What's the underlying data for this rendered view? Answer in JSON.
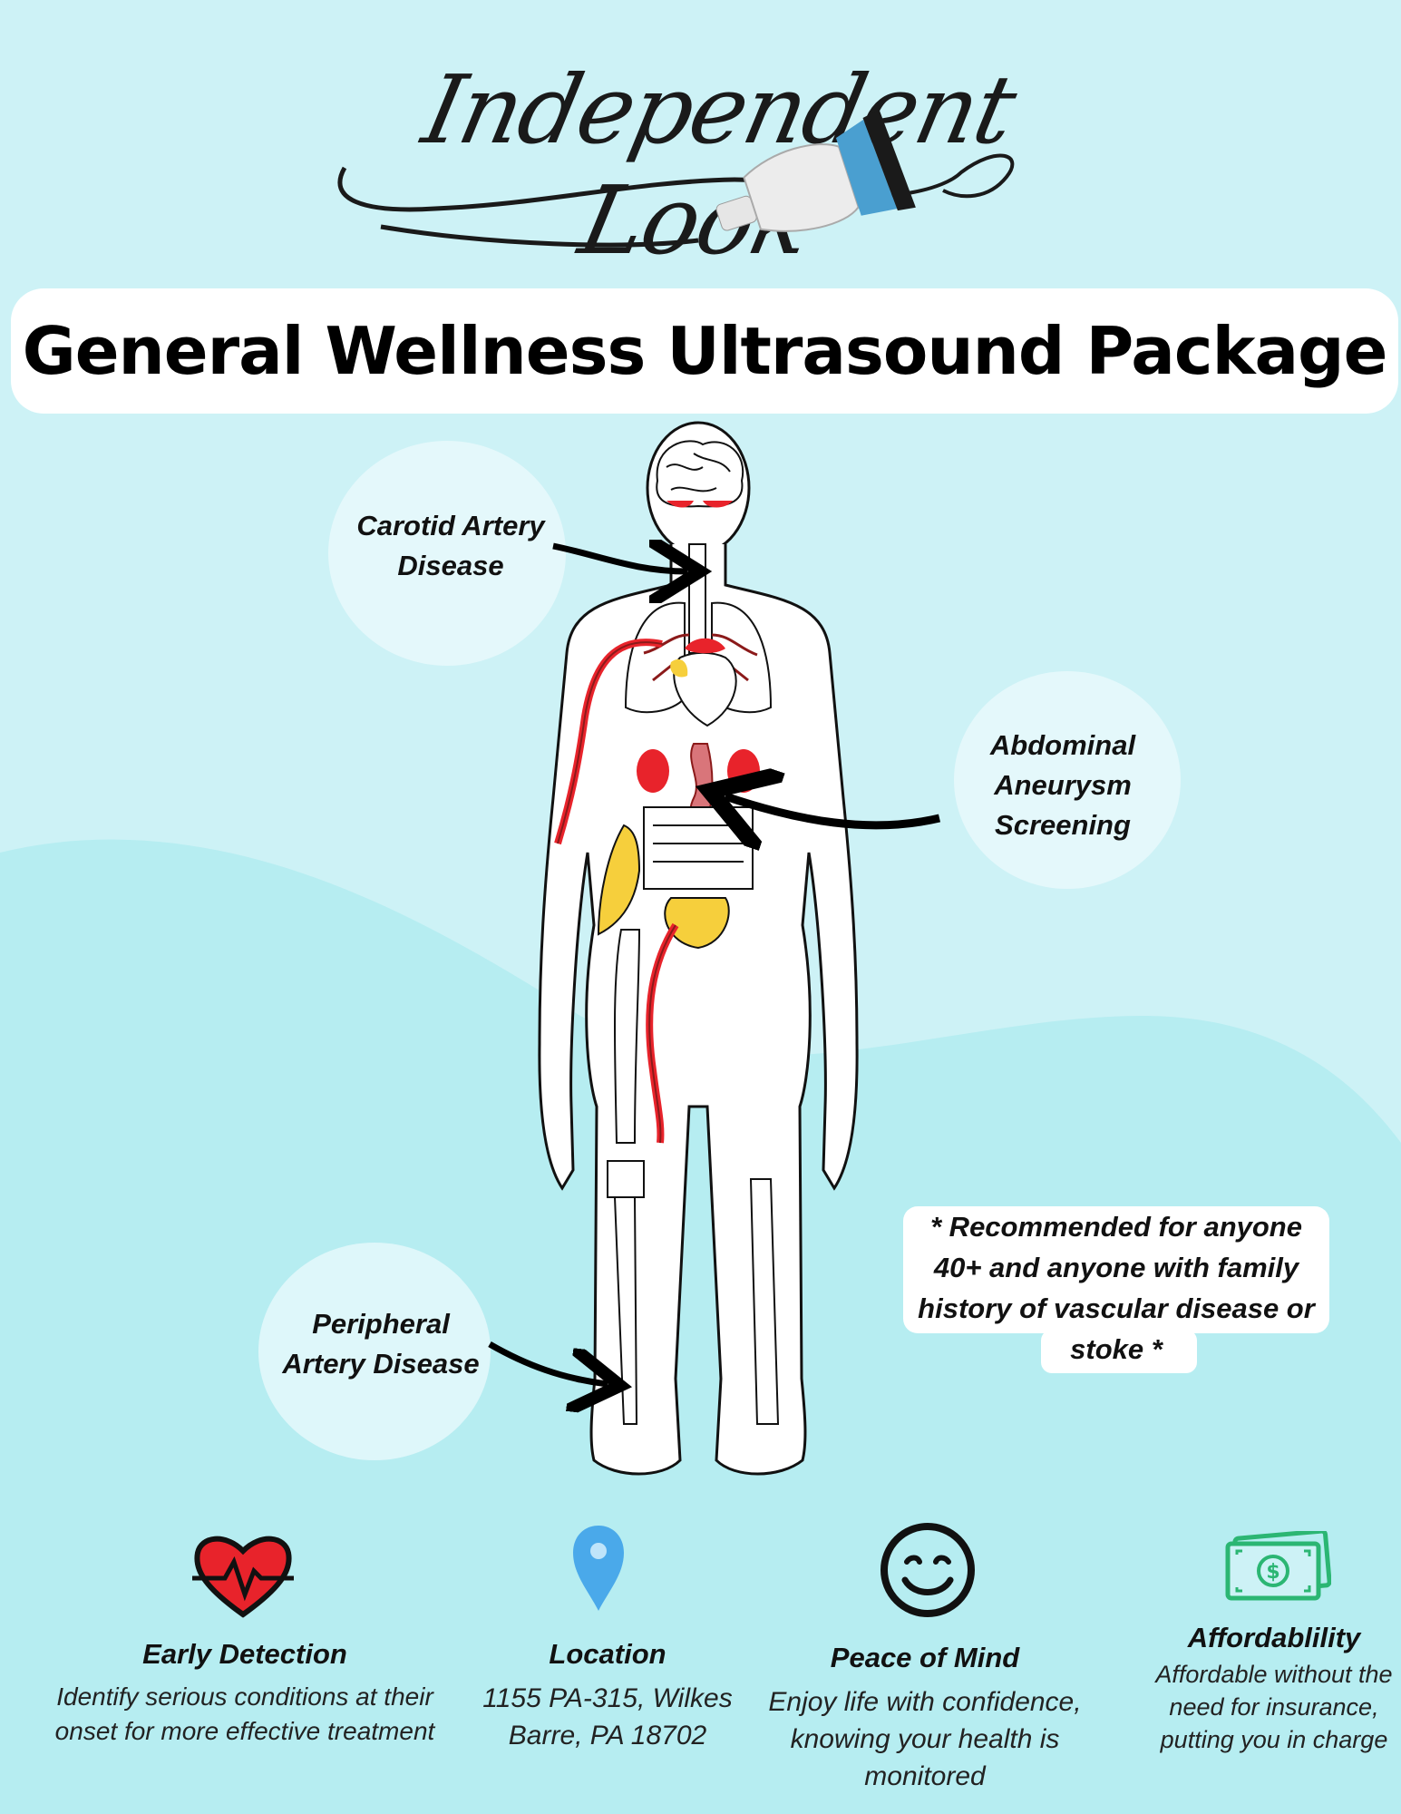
{
  "brand": {
    "logo_text": "Independent Look"
  },
  "title": "General Wellness Ultrasound Package",
  "callouts": {
    "carotid": "Carotid Artery Disease",
    "abdominal": "Abdominal Aneurysm Screening",
    "peripheral": "Peripheral Artery Disease"
  },
  "note": "* Recommended for anyone 40+ and anyone with family history of vascular disease or stoke *",
  "features": [
    {
      "heading": "Early Detection",
      "text": "Identify serious conditions at their onset for more effective treatment",
      "icon": "heart-pulse-icon"
    },
    {
      "heading": "Location",
      "text": "1155 PA-315, Wilkes Barre, PA 18702",
      "icon": "map-pin-icon"
    },
    {
      "heading": "Peace of Mind",
      "text": "Enjoy life with confidence, knowing your health is monitored",
      "icon": "smiley-icon"
    },
    {
      "heading": "Affordablility",
      "text": "Affordable without the need for insurance, putting you in charge",
      "icon": "money-icon"
    }
  ],
  "colors": {
    "background": "#cdf2f6",
    "wave": "#b6edf1",
    "organ_red": "#e8232b",
    "organ_yellow": "#f6cf3c",
    "probe_blue": "#4a9fd0",
    "pin_blue": "#4aa9ea",
    "money_green": "#2bb673"
  }
}
